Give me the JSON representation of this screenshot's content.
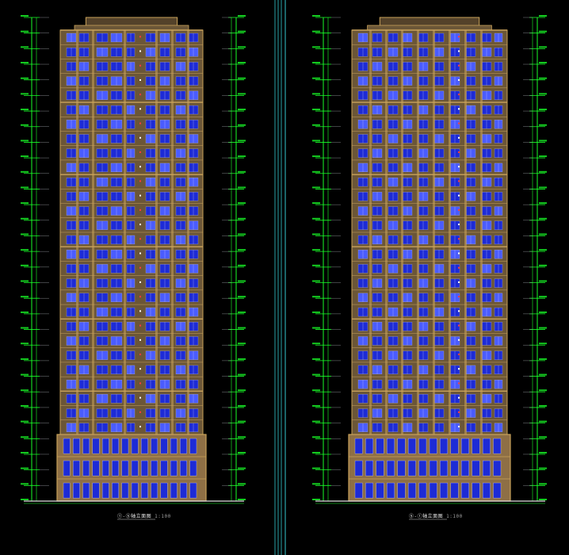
{
  "colors": {
    "background": "#000000",
    "facade": "#6b5637",
    "facade_dark": "#54422a",
    "frame": "#c9a25a",
    "window": "#1d2bd6",
    "window_light": "#4a5cff",
    "dim_green": "#19ff28",
    "separator": "#35c8d0",
    "podium": "#8e6f45",
    "white_marks": "#ffffff",
    "red_marks": "#ff3b3b"
  },
  "drawings": [
    {
      "id": "left",
      "title": "①-⑤轴立面图",
      "scale": "1:100",
      "floors": 28,
      "podium_floors": 3
    },
    {
      "id": "right",
      "title": "⑤-①轴立面图",
      "scale": "1:100",
      "floors": 28,
      "podium_floors": 3
    }
  ]
}
